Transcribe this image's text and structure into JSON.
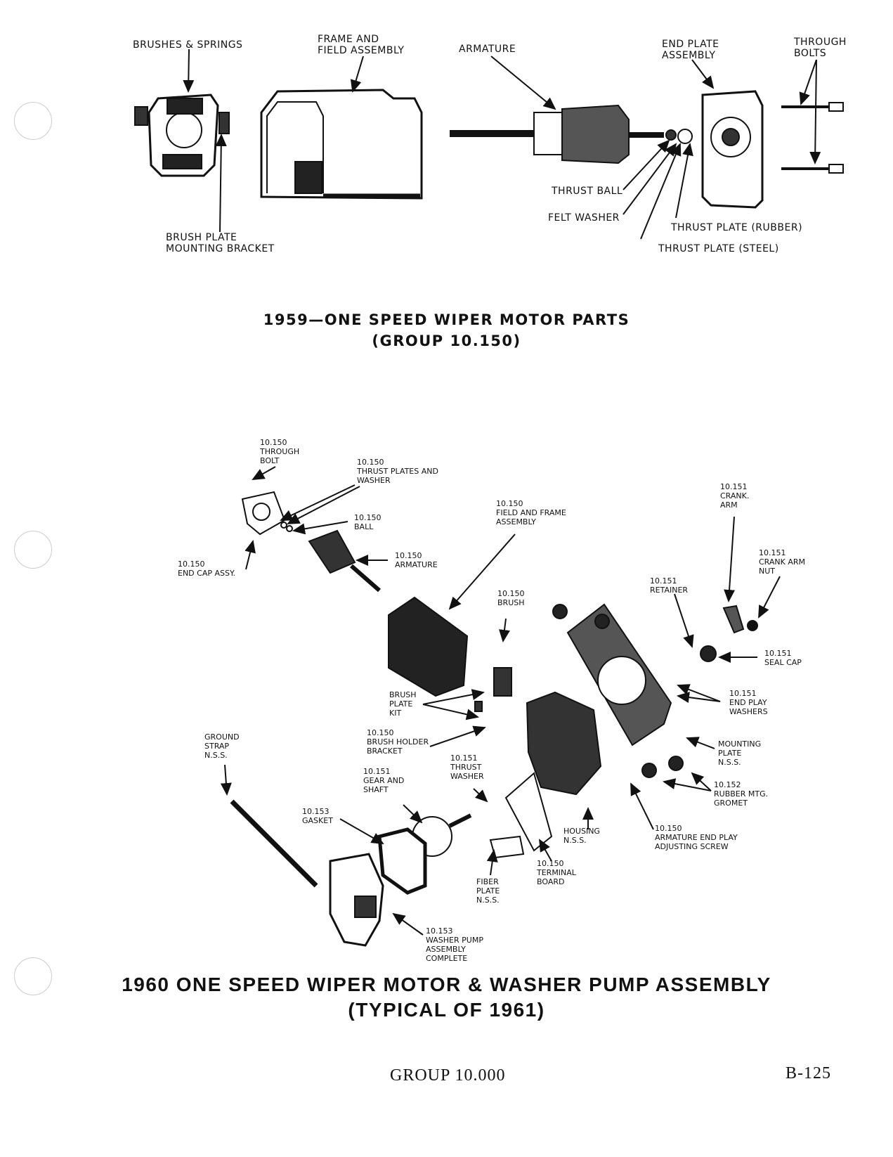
{
  "top_diagram": {
    "labels": {
      "brushes_springs": "BRUSHES & SPRINGS",
      "frame_field": "FRAME AND\nFIELD ASSEMBLY",
      "armature": "ARMATURE",
      "end_plate": "END PLATE\nASSEMBLY",
      "through_bolts": "THROUGH\nBOLTS",
      "thrust_ball": "THRUST BALL",
      "felt_washer": "FELT WASHER",
      "thrust_rubber": "THRUST PLATE (RUBBER)",
      "thrust_steel": "THRUST PLATE (STEEL)",
      "brush_plate": "BRUSH PLATE\nMOUNTING BRACKET"
    },
    "caption_line1": "1959—ONE SPEED WIPER MOTOR PARTS",
    "caption_line2": "(GROUP 10.150)"
  },
  "bottom_diagram": {
    "labels": {
      "through_bolt": "10.150\nTHROUGH\nBOLT",
      "thrust_plates": "10.150\nTHRUST PLATES AND\nWASHER",
      "ball": "10.150\nBALL",
      "end_cap": "10.150\nEND CAP ASSY.",
      "armature": "10.150\nARMATURE",
      "field_frame": "10.150\nFIELD AND FRAME\nASSEMBLY",
      "crank_arm": "10.151\nCRANK.\nARM",
      "crank_arm_nut": "10.151\nCRANK ARM\nNUT",
      "retainer": "10.151\nRETAINER",
      "brush": "10.150\nBRUSH",
      "seal_cap": "10.151\nSEAL CAP",
      "end_play_washers": "10.151\nEND PLAY\nWASHERS",
      "brush_plate_kit": "BRUSH\nPLATE\nKIT",
      "brush_holder": "10.150\nBRUSH HOLDER\nBRACKET",
      "ground_strap": "GROUND\nSTRAP\nN.S.S.",
      "mounting_plate": "MOUNTING\nPLATE\nN.S.S.",
      "thrust_washer": "10.151\nTHRUST\nWASHER",
      "gear_shaft": "10.151\nGEAR AND\nSHAFT",
      "rubber_gromet": "10.152\nRUBBER MTG.\nGROMET",
      "gasket": "10.153\nGASKET",
      "housing": "HOUSING\nN.S.S.",
      "adjusting_screw": "10.150\nARMATURE END PLAY\nADJUSTING SCREW",
      "terminal_board": "10.150\nTERMINAL\nBOARD",
      "fiber_plate": "FIBER\nPLATE\nN.S.S.",
      "washer_pump": "10.153\nWASHER PUMP\nASSEMBLY\nCOMPLETE"
    },
    "caption_line1": "1960 ONE SPEED WIPER MOTOR & WASHER PUMP ASSEMBLY",
    "caption_line2": "(TYPICAL OF 1961)"
  },
  "footer": {
    "group": "GROUP 10.000",
    "page": "B-125"
  }
}
